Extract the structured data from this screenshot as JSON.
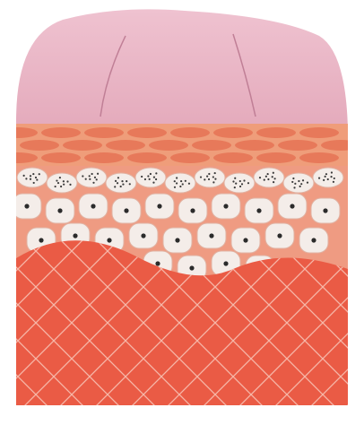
{
  "diagram": {
    "type": "tissue-cross-section",
    "layers": [
      {
        "name": "surface-top",
        "color": "#e9b3c3",
        "pattern": "smooth"
      },
      {
        "name": "flattened-cell-layer",
        "color": "#e98b67",
        "pattern": "elongated-cells"
      },
      {
        "name": "granular-cell-layer",
        "color": "#f2e6e1",
        "pattern": "speckled-cells"
      },
      {
        "name": "nucleated-cell-layer",
        "color": "#f3ece8",
        "pattern": "round-cells-with-nuclei"
      },
      {
        "name": "fibrous-base-layer",
        "color": "#ea5b45",
        "pattern": "crosshatch"
      }
    ],
    "colors": {
      "surface_fill": "#e9b3c3",
      "surface_shadow": "#d79aac",
      "surface_line": "#c07f96",
      "band_fill": "#ef9d7a",
      "band_cell": "#e7795a",
      "background_tissue": "#ef9b82",
      "cell_fill": "#f4ede9",
      "cell_outline": "#e1b2a2",
      "nucleus": "#2b2b2b",
      "granule": "#3a3a3a",
      "base_fill": "#ea5b45",
      "base_lines": "#f6b7a8"
    }
  }
}
